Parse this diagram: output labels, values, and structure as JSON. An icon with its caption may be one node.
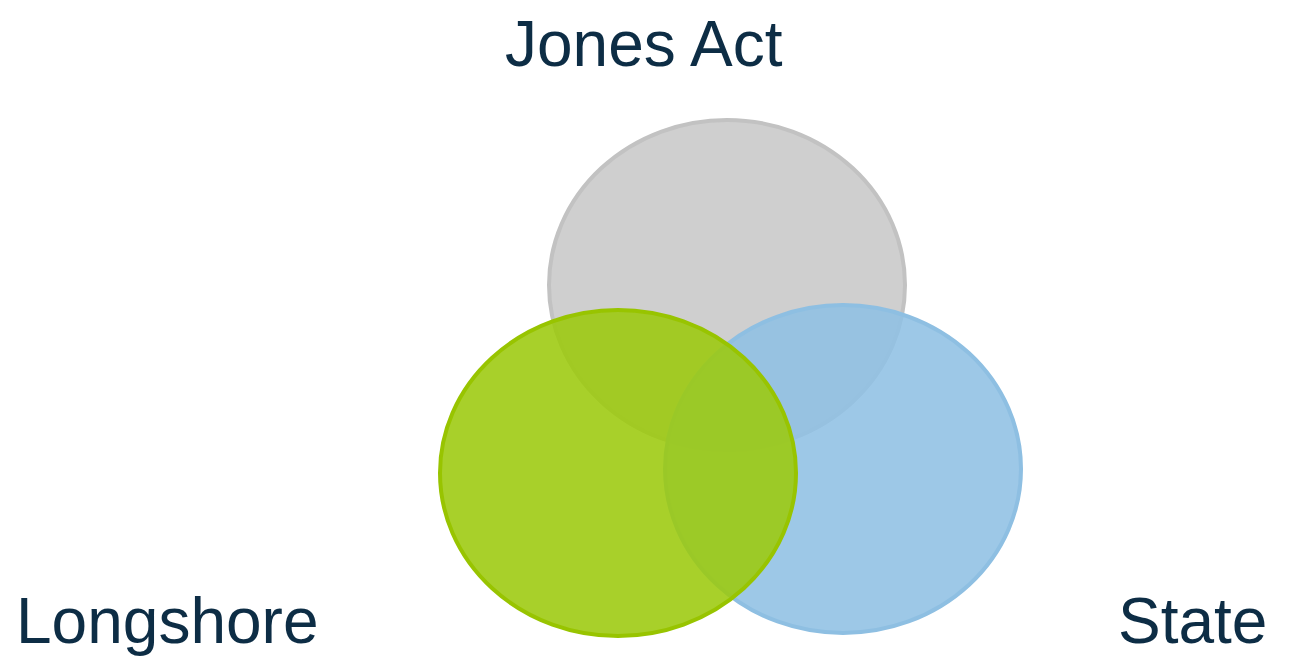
{
  "diagram": {
    "nodes": [
      {
        "text": [
          "Jones Act"
        ]
      },
      {
        "text": [
          "State"
        ]
      },
      {
        "text": [
          "Longshore"
        ]
      }
    ]
  }
}
